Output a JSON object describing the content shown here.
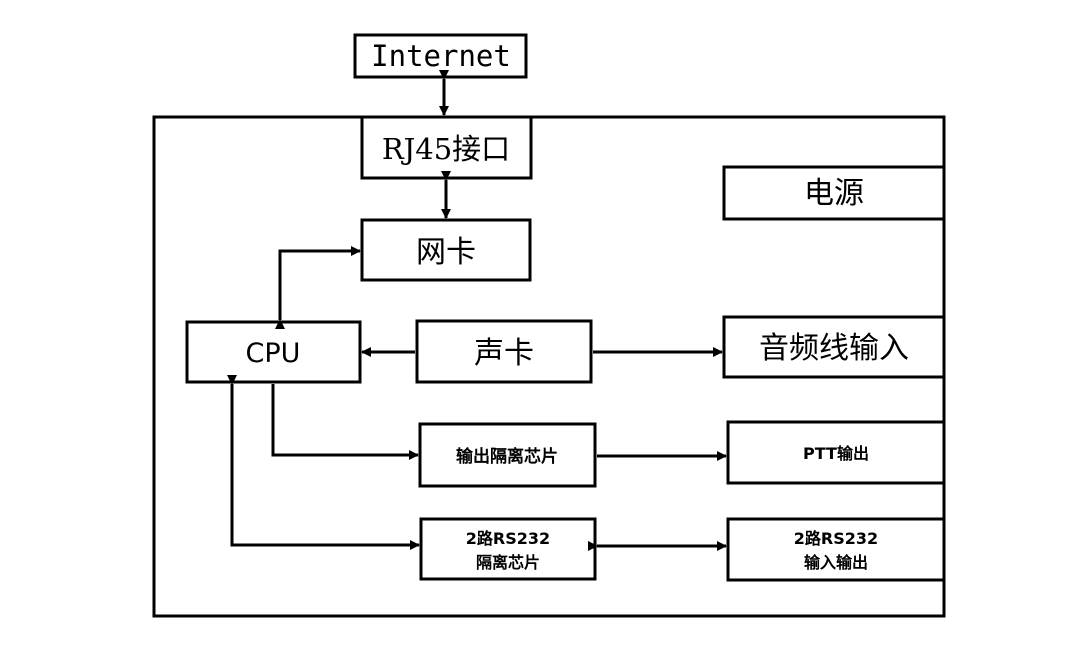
{
  "nodes": {
    "internet": "Internet",
    "rj45": "RJ45接口",
    "power": "电源",
    "nic": "网卡",
    "cpu": "CPU",
    "sound_card": "声卡",
    "audio_input": "音频线输入",
    "output_isolation": "输出隔离芯片",
    "ptt_output": "PTT输出",
    "rs232_isolation": [
      "2路RS232",
      "隔离芯片"
    ],
    "rs232_io": [
      "2路RS232",
      "输入输出"
    ]
  }
}
